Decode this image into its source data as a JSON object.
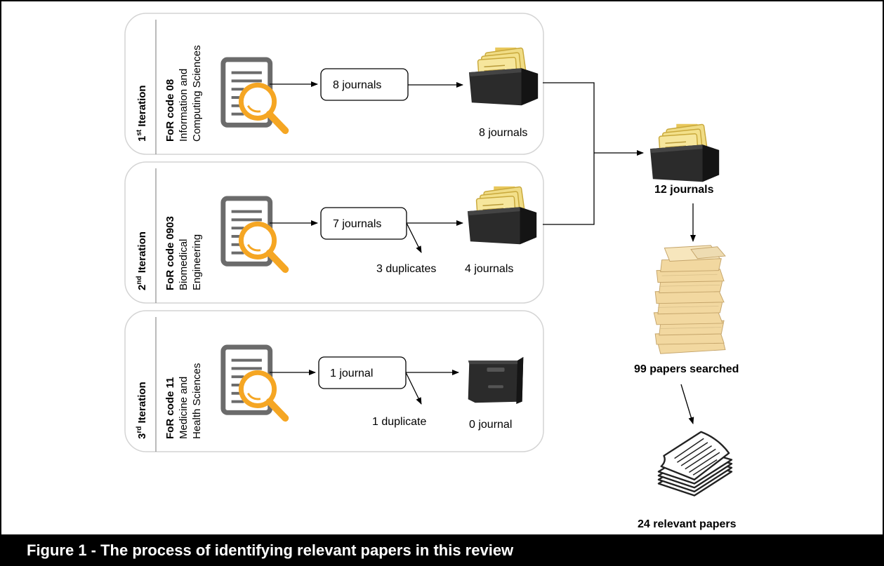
{
  "iterations": [
    {
      "ordinal": "1",
      "suffix": "st",
      "label": " Iteration",
      "for_code": "FoR code 08",
      "field_lines": [
        "Information and",
        "Computing Sciences"
      ],
      "journals_box": "8 journals",
      "duplicates": "",
      "result": "8 journals"
    },
    {
      "ordinal": "2",
      "suffix": "nd",
      "label": " Iteration",
      "for_code": "FoR code 0903",
      "field_lines": [
        "Biomedical",
        "Engineering"
      ],
      "journals_box": "7 journals",
      "duplicates": "3 duplicates",
      "result": "4 journals"
    },
    {
      "ordinal": "3",
      "suffix": "rd",
      "label": " Iteration",
      "for_code": "FoR code 11",
      "field_lines": [
        "Medicine and",
        "Health Sciences"
      ],
      "journals_box": "1 journal",
      "duplicates": "1 duplicate",
      "result": "0 journal"
    }
  ],
  "summary": {
    "journals": "12 journals",
    "papers_searched": "99 papers searched",
    "relevant_papers": "24 relevant papers"
  },
  "caption": "Figure 1 - The process of identifying relevant papers in this review",
  "colors": {
    "magnifier": "#f5a623",
    "document": "#6b6b6b",
    "folder": "#f3e08a",
    "box": "#2b2b2b"
  }
}
